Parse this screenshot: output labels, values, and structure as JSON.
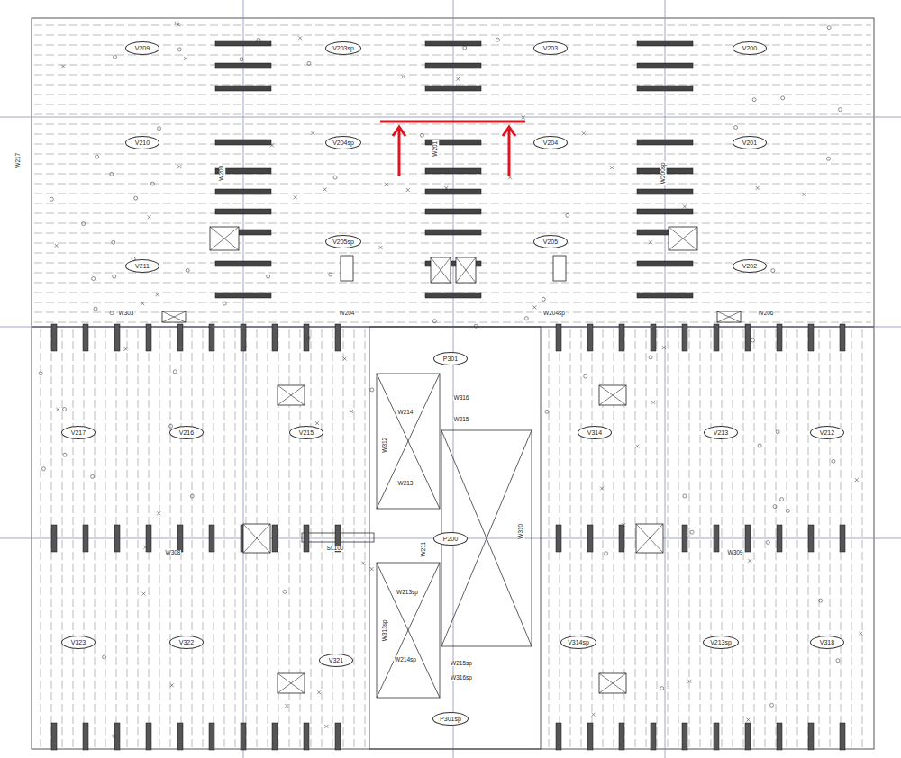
{
  "diagram": {
    "nodes": [
      {
        "text": [
          "V209"
        ]
      },
      {
        "text": [
          "V203sp"
        ]
      },
      {
        "text": [
          "V203"
        ]
      },
      {
        "text": [
          "V200"
        ]
      },
      {
        "text": [
          "V210"
        ]
      },
      {
        "text": [
          "V204sp"
        ]
      },
      {
        "text": [
          "V204"
        ]
      },
      {
        "text": [
          "V201"
        ]
      },
      {
        "text": [
          "V211"
        ]
      },
      {
        "text": [
          "V205sp"
        ]
      },
      {
        "text": [
          "V205"
        ]
      },
      {
        "text": [
          "V202"
        ]
      },
      {
        "text": [
          "P301"
        ]
      },
      {
        "text": [
          "V217"
        ]
      },
      {
        "text": [
          "V216"
        ]
      },
      {
        "text": [
          "V215"
        ]
      },
      {
        "text": [
          "V314"
        ]
      },
      {
        "text": [
          "V213"
        ]
      },
      {
        "text": [
          "V212"
        ]
      },
      {
        "text": [
          "P200"
        ]
      },
      {
        "text": [
          "V323"
        ]
      },
      {
        "text": [
          "V322"
        ]
      },
      {
        "text": [
          "V321"
        ]
      },
      {
        "text": [
          "V314sp"
        ]
      },
      {
        "text": [
          "V213sp"
        ]
      },
      {
        "text": [
          "V318"
        ]
      },
      {
        "text": [
          "P301sp"
        ]
      }
    ],
    "labels": [
      "W217",
      "W200",
      "W201",
      "W200sp",
      "W303",
      "W204",
      "W204sp",
      "W206",
      "W316",
      "W214",
      "W215",
      "W312",
      "W213",
      "W211",
      "W310",
      "W308",
      "SL100",
      "W309",
      "W213sp",
      "W313sp",
      "W214sp",
      "W215sp",
      "W316sp"
    ]
  }
}
